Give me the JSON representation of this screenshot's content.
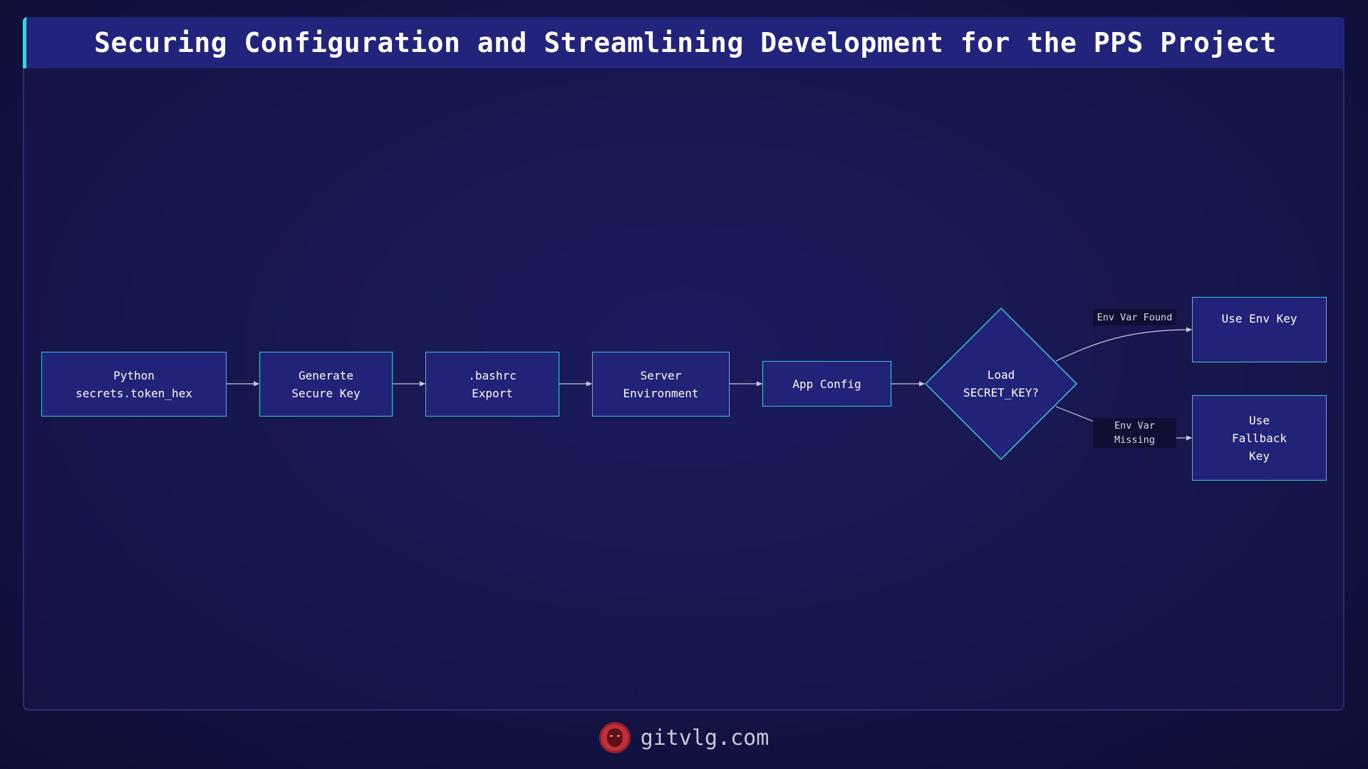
{
  "title": "Securing Configuration and Streamlining Development for the PPS Project",
  "nodes": {
    "python": "Python\nsecrets.token_hex",
    "generate": "Generate\nSecure Key",
    "bashrc": ".bashrc\nExport",
    "server": "Server\nEnvironment",
    "app_config": "App Config",
    "decision": "Load\nSECRET_KEY?",
    "use_env": "Use Env Key",
    "use_fallback": "Use\nFallback\nKey"
  },
  "edge_labels": {
    "found": "Env Var Found",
    "missing": "Env Var\nMissing"
  },
  "footer": {
    "site": "gitvlg.com"
  },
  "colors": {
    "node_fill": "#232279",
    "node_border": "#3cc4d4",
    "accent": "#3fd0d8",
    "edge": "#c8c8e0"
  }
}
